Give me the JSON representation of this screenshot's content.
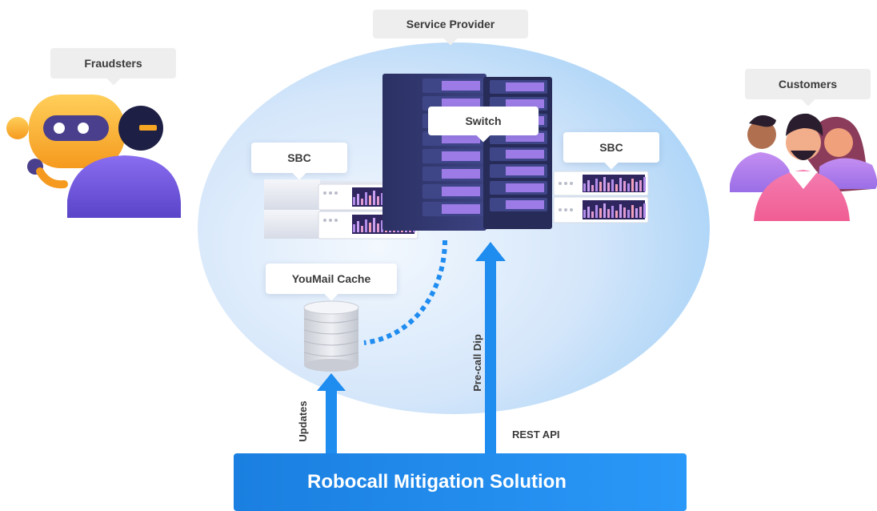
{
  "labels": {
    "service_provider": "Service Provider",
    "fraudsters": "Fraudsters",
    "customers": "Customers",
    "switch": "Switch",
    "sbc_left": "SBC",
    "sbc_right": "SBC",
    "youmail_cache": "YouMail Cache",
    "updates": "Updates",
    "pre_call_dip": "Pre-call Dip",
    "rest_api": "REST API",
    "banner_title": "Robocall Mitigation Solution"
  },
  "colors": {
    "ellipse_center": "#e8f1fc",
    "ellipse_edge": "#a9d2f6",
    "arrow": "#1f8cf0",
    "banner": "#1f8cf0",
    "logo_orange": "#f6a623",
    "server_dark": "#2e3566",
    "server_light": "#eef0f5",
    "bars_purple": "#8a5ad0"
  },
  "icons": {
    "fraudsters": "robot-and-hacker-icon",
    "customers": "people-group-icon",
    "logo": "youmail-sound-wave-icon"
  }
}
